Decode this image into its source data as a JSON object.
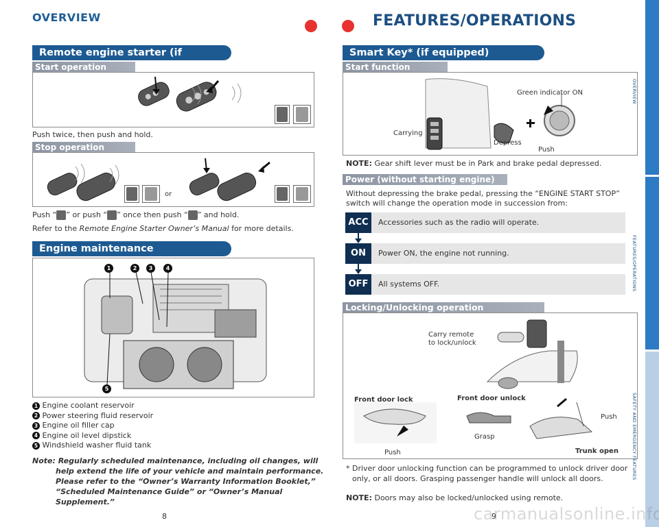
{
  "header": {
    "left_label": "OVERVIEW",
    "right_title": "FEATURES/OPERATIONS"
  },
  "left": {
    "remote_starter": {
      "title": "Remote engine starter (if equipped)",
      "start_label": "Start operation",
      "start_caption": "Push twice, then push and hold.",
      "stop_label": "Stop operation",
      "or_text": "or",
      "push_text_1": "Push “",
      "push_text_2": "” or push “",
      "push_text_3": "” once then push “",
      "push_text_4": "” and hold.",
      "refer_prefix": "Refer to the ",
      "refer_manual": "Remote Engine Starter Owner’s Manual",
      "refer_suffix": " for more details."
    },
    "engine": {
      "title": "Engine maintenance",
      "items": [
        {
          "n": "1",
          "label": "Engine coolant reservoir"
        },
        {
          "n": "2",
          "label": "Power steering fluid reservoir"
        },
        {
          "n": "3",
          "label": "Engine oil filler cap"
        },
        {
          "n": "4",
          "label": "Engine oil level dipstick"
        },
        {
          "n": "5",
          "label": "Windshield washer fluid tank"
        }
      ],
      "note_line1": "Note: Regularly scheduled maintenance, including oil changes, will",
      "note_line2": "help extend the life of your vehicle and maintain performance.",
      "note_line3": "Please refer to the “Owner’s Warranty Information Booklet,”",
      "note_line4": "“Scheduled Maintenance Guide” or “Owner’s Manual",
      "note_line5": "Supplement.”"
    },
    "page_number": "8"
  },
  "right": {
    "smart_key": {
      "title": "Smart Key* (if equipped)",
      "start_label": "Start function",
      "green_indicator": "Green indicator ON",
      "carrying": "Carrying",
      "depress": "Depress",
      "push": "Push",
      "note_bold": "NOTE:",
      "note_text": " Gear shift lever must be in Park and brake pedal depressed."
    },
    "power": {
      "label": "Power (without starting engine)",
      "desc_line1": "Without depressing the brake pedal, pressing the “ENGINE START STOP”",
      "desc_line2": "switch will change the operation mode in succession from:",
      "modes": [
        {
          "badge": "ACC",
          "text": "Accessories such as the radio will operate."
        },
        {
          "badge": "ON",
          "text": "Power ON, the engine not running."
        },
        {
          "badge": "OFF",
          "text": "All systems OFF."
        }
      ]
    },
    "locking": {
      "label": "Locking/Unlocking operation",
      "carry_remote_1": "Carry remote",
      "carry_remote_2": "to lock/unlock",
      "front_lock": "Front door lock",
      "front_unlock": "Front door unlock",
      "push_a": "Push",
      "push_b": "Push",
      "grasp": "Grasp",
      "trunk_open": "Trunk open",
      "footnote_1": "* Driver door unlocking function can be programmed to unlock driver door",
      "footnote_2": "only, or all doors. Grasping passenger handle will unlock all doors.",
      "note_bold": "NOTE:",
      "note_text": " Doors may also be locked/unlocked using remote."
    },
    "page_number": "9"
  },
  "tabs": [
    "OVERVIEW",
    "FEATURES/OPERATIONS",
    "SAFETY AND EMERGENCY FEATURES"
  ],
  "colors": {
    "brand_blue": "#1d5a92",
    "dark_navy": "#0f2e52",
    "red": "#e8322f",
    "tab_blue": "#2c7bc4",
    "tab_light": "#b9cfe6"
  },
  "watermark": "carmanualsonline.info"
}
